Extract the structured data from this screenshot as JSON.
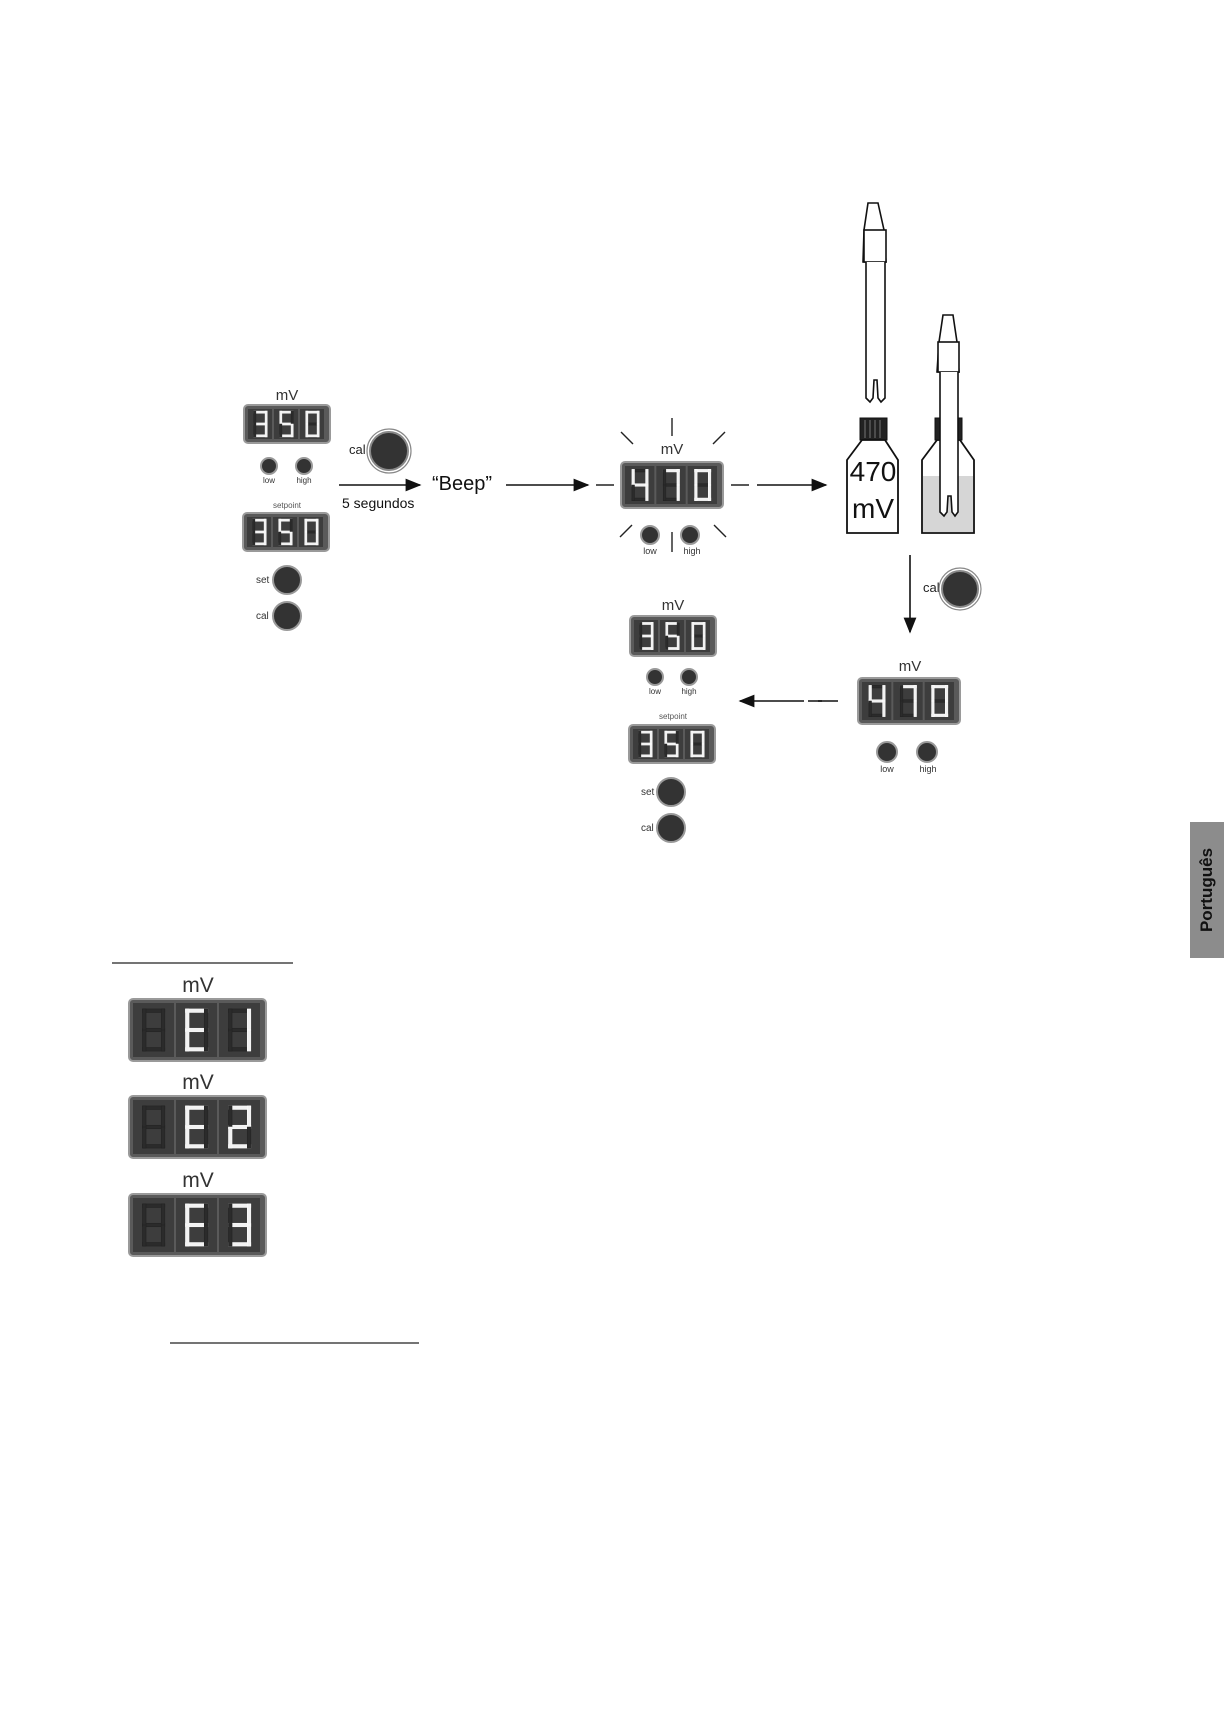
{
  "side_tab": "Português",
  "unit_label": "mV",
  "start_panel": {
    "display": "350",
    "setpoint_label": "setpoint",
    "setpoint_display": "350",
    "led_low": "low",
    "led_high": "high",
    "set_button": "set",
    "cal_button": "cal"
  },
  "step1": {
    "button": "cal",
    "hold_text": "5 segundos",
    "sound": "“Beep”"
  },
  "blinking_panel": {
    "display": "470",
    "led_low": "low",
    "led_high": "high"
  },
  "buffer_bottle": {
    "line1": "470",
    "line2": "mV"
  },
  "step2": {
    "button": "cal"
  },
  "result_panel": {
    "display": "470",
    "led_low": "low",
    "led_high": "high"
  },
  "final_panel": {
    "display": "350",
    "led_low": "low",
    "led_high": "high",
    "setpoint_label": "setpoint",
    "setpoint_display": "350",
    "set_button": "set",
    "cal_button": "cal"
  },
  "error_codes": [
    "E1",
    "E2",
    "E3"
  ]
}
